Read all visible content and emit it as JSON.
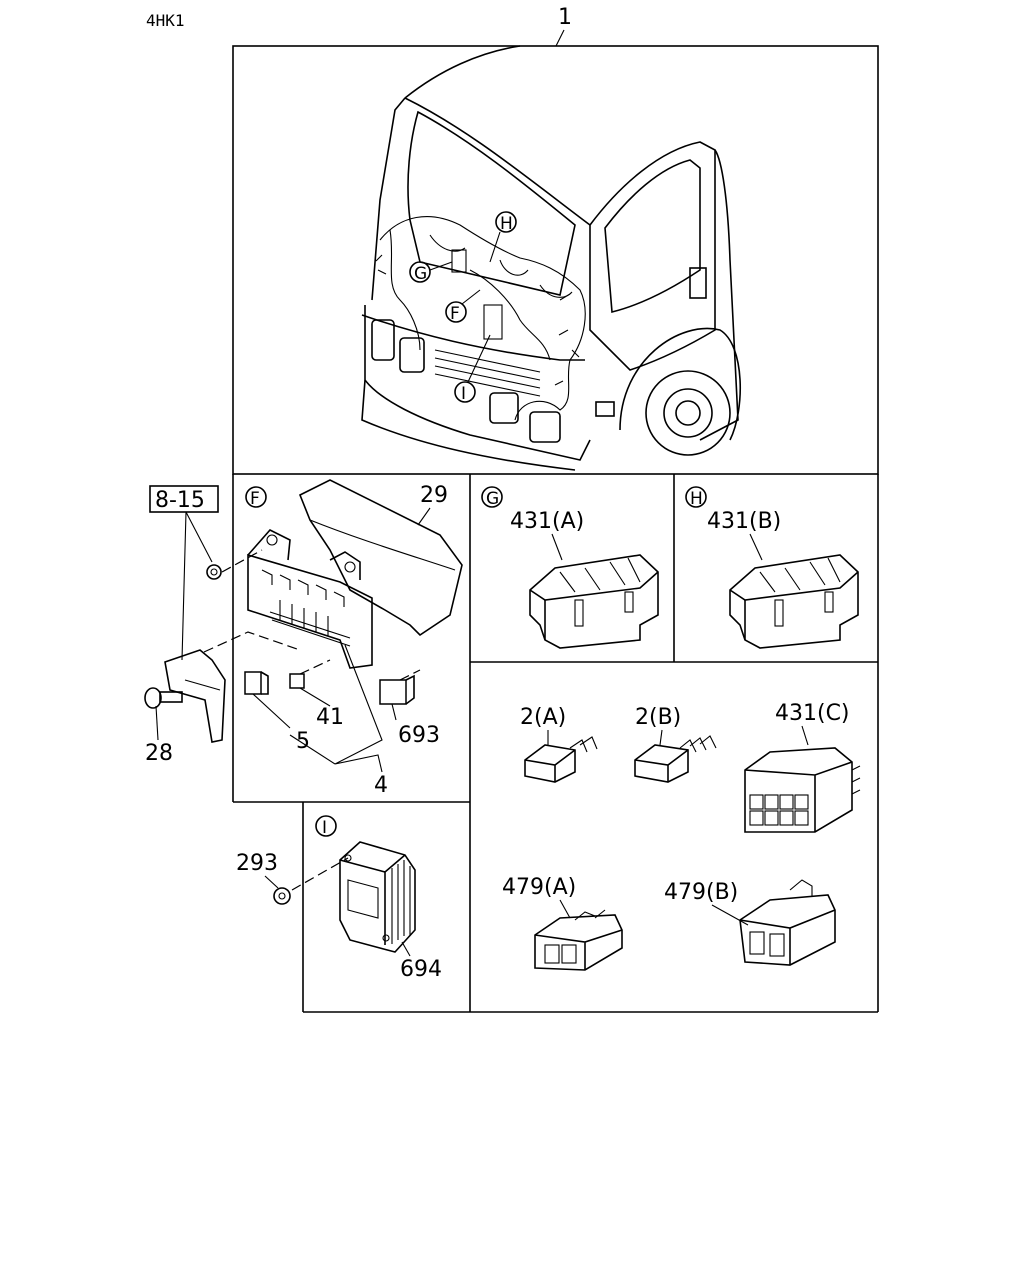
{
  "header": {
    "engine_code": "4HK1"
  },
  "callouts": {
    "F": "F",
    "G": "G",
    "H": "H",
    "I": "I"
  },
  "parts": {
    "p1": "1",
    "p8_15": "8-15",
    "p29": "29",
    "p28": "28",
    "p41": "41",
    "p5": "5",
    "p4": "4",
    "p693": "693",
    "p293": "293",
    "p694": "694",
    "p431a": "431(A)",
    "p431b": "431(B)",
    "p431c": "431(C)",
    "p2a": "2(A)",
    "p2b": "2(B)",
    "p479a": "479(A)",
    "p479b": "479(B)"
  }
}
